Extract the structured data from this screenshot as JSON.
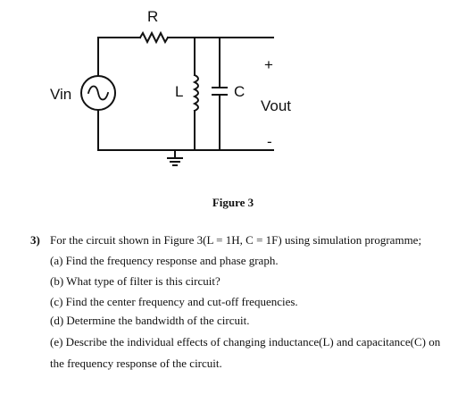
{
  "circuit": {
    "labels": {
      "resistor": "R",
      "inductor": "L",
      "capacitor": "C",
      "source": "Vin",
      "output": "Vout",
      "plus": "+",
      "minus": "-"
    }
  },
  "figure_caption": "Figure 3",
  "question": {
    "number": "3)",
    "stem": "For the circuit shown in Figure 3(L = 1H, C = 1F) using simulation programme;",
    "parts": [
      "(a) Find the frequency response and phase graph.",
      "(b) What type of filter is this circuit?",
      "(c) Find the center frequency and cut-off frequencies.",
      "(d) Determine the bandwidth of the circuit.",
      "(e) Describe the individual effects of changing inductance(L) and capacitance(C) on",
      "the frequency response of the circuit."
    ]
  }
}
